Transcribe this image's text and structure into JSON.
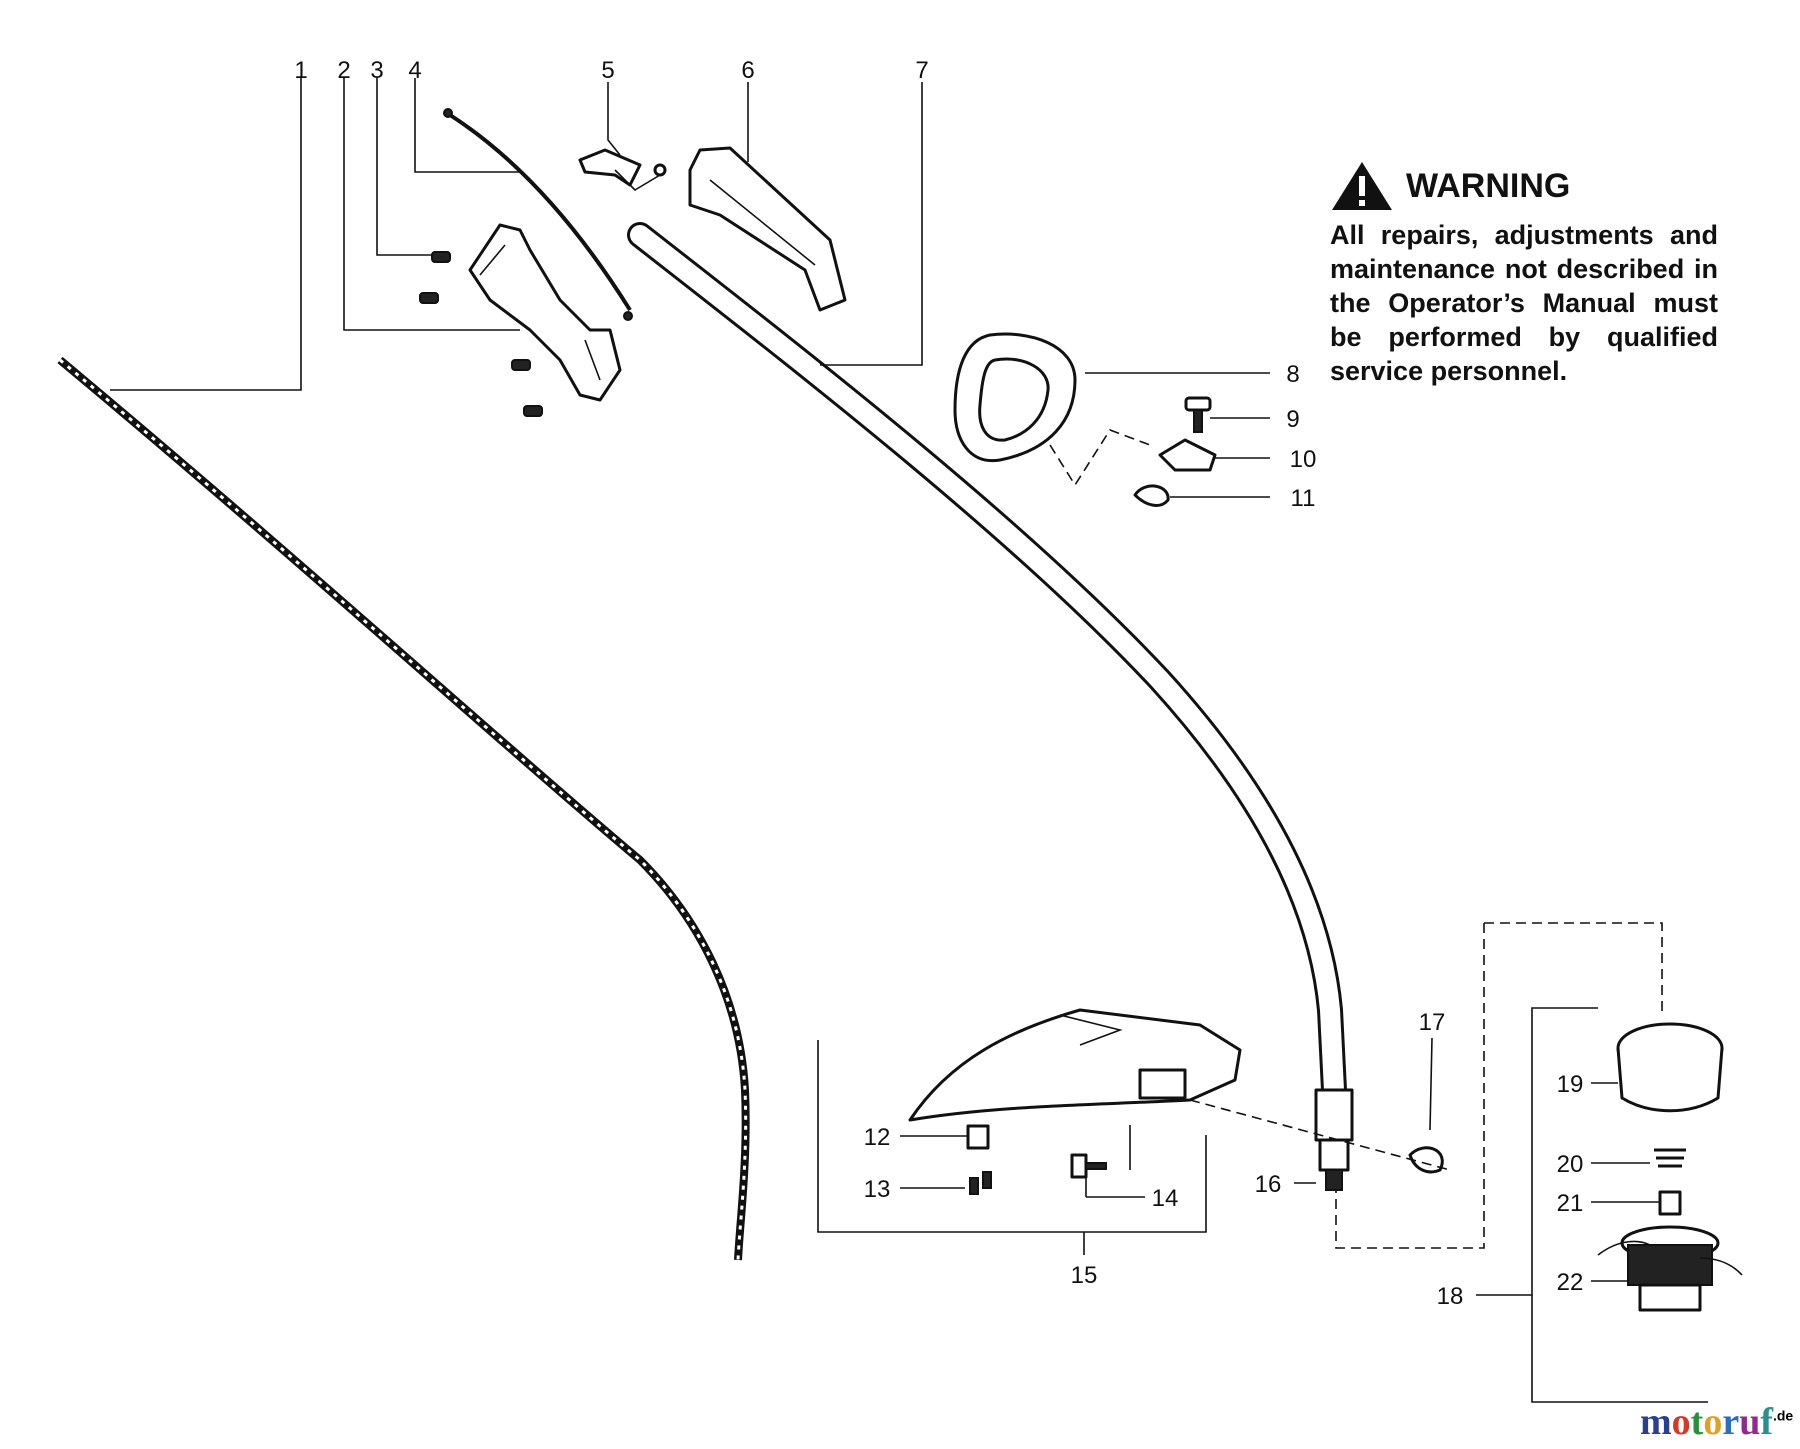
{
  "warning": {
    "title": "WARNING",
    "text": "All repairs, adjustments and maintenance not described in the Operator’s Manual must be performed by qualified service personnel.",
    "icon": "warning-triangle-icon"
  },
  "callouts": {
    "c1": "1",
    "c2": "2",
    "c3": "3",
    "c4": "4",
    "c5": "5",
    "c6": "6",
    "c7": "7",
    "c8": "8",
    "c9": "9",
    "c10": "10",
    "c11": "11",
    "c12": "12",
    "c13": "13",
    "c14": "14",
    "c15": "15",
    "c16": "16",
    "c17": "17",
    "c18": "18",
    "c19": "19",
    "c20": "20",
    "c21": "21",
    "c22": "22"
  },
  "logo": {
    "letters": [
      "m",
      "o",
      "t",
      "o",
      "r",
      "u",
      "f"
    ],
    "colors": [
      "#2a3f8f",
      "#d23a2a",
      "#2a8f3a",
      "#e0a020",
      "#2a6fbf",
      "#8f2a8f",
      "#2a8f8f"
    ],
    "suffix": ".de"
  }
}
